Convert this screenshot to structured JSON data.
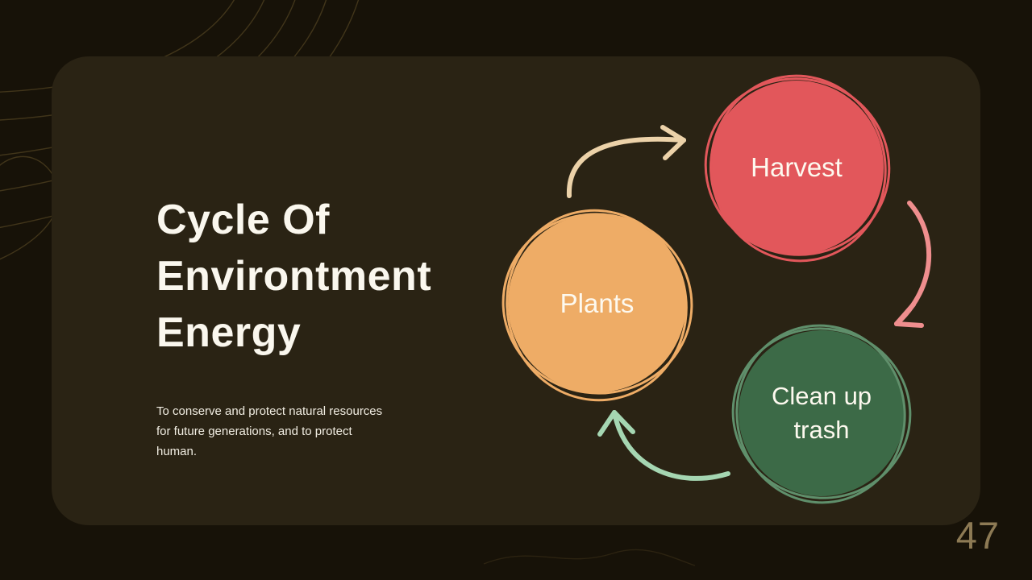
{
  "slide": {
    "title": "Cycle Of Environtment Energy",
    "description": "To conserve and protect natural resources for future generations, and to protect human.",
    "page_number": "47",
    "colors": {
      "background": "#171208",
      "card": "#2a2314",
      "title_text": "#faf7ee",
      "page_number_text": "#8d7a54",
      "decorative_lines": "#473a1d"
    }
  },
  "diagram": {
    "type": "cycle",
    "nodes": [
      {
        "label": "Harvest",
        "color": "#e2575b"
      },
      {
        "label": "Plants",
        "color": "#eeac66"
      },
      {
        "label": "Clean up trash",
        "color": "#3c6a47"
      }
    ],
    "arrows": [
      {
        "name": "plants-to-harvest",
        "color": "#ecd2a9"
      },
      {
        "name": "harvest-to-cleanup",
        "color": "#ef8e8e"
      },
      {
        "name": "cleanup-to-plants",
        "color": "#a5d6b2"
      }
    ]
  }
}
